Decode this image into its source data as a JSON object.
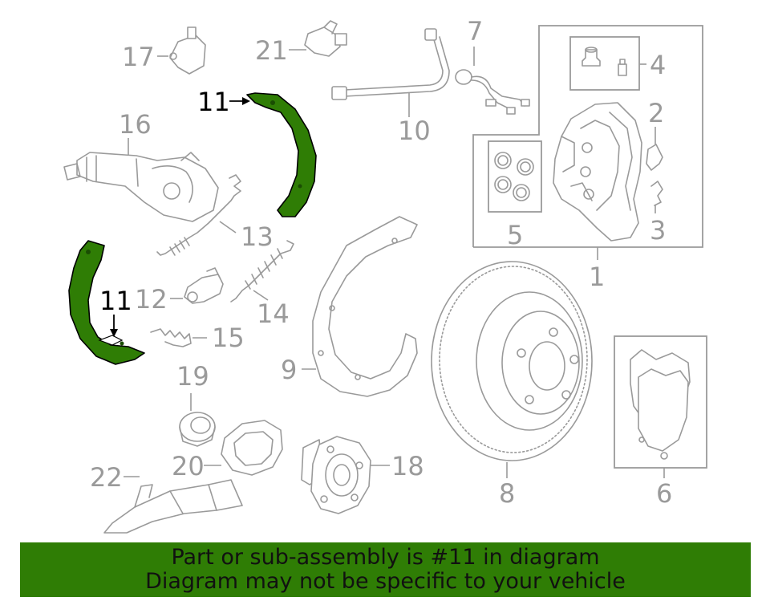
{
  "banner": {
    "line1": "Part or sub-assembly is #11 in diagram",
    "line2": "Diagram may not be specific to your vehicle"
  },
  "colors": {
    "highlight": "#2f7d05",
    "line": "#9a9a9a",
    "banner": "#2f7d05"
  },
  "callouts": {
    "c1": "1",
    "c2": "2",
    "c3": "3",
    "c4": "4",
    "c5": "5",
    "c6": "6",
    "c7": "7",
    "c8": "8",
    "c9": "9",
    "c10": "10",
    "c11a": "11",
    "c11b": "11",
    "c12": "12",
    "c13": "13",
    "c14": "14",
    "c15": "15",
    "c16": "16",
    "c17": "17",
    "c18": "18",
    "c19": "19",
    "c20": "20",
    "c21": "21",
    "c22": "22"
  }
}
